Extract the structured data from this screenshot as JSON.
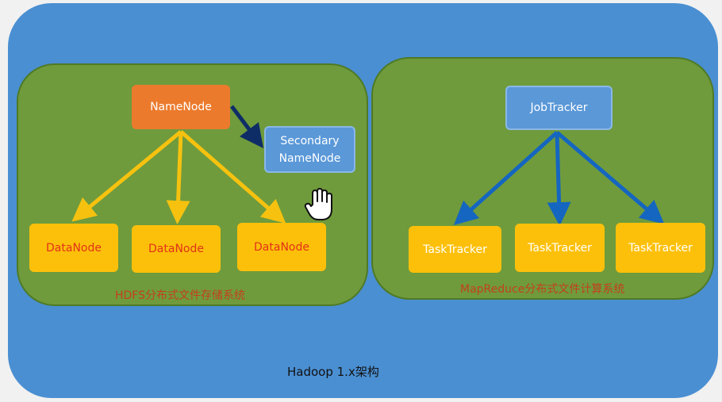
{
  "hdfs": {
    "namenode": "NameNode",
    "secondary_line1": "Secondary",
    "secondary_line2": "NameNode",
    "datanodes": [
      "DataNode",
      "DataNode",
      "DataNode"
    ],
    "caption": "HDFS分布式文件存储系统"
  },
  "mapreduce": {
    "jobtracker": "JobTracker",
    "tasktrackers": [
      "TaskTracker",
      "TaskTracker",
      "TaskTracker"
    ],
    "caption": "MapReduce分布式文件计算系统"
  },
  "title": "Hadoop 1.x架构",
  "colors": {
    "background": "#4a8fd2",
    "panel": "#6f9b3c",
    "namenode": "#ec7a2c",
    "blue_node": "#5a98d8",
    "yellow_node": "#fdc00a",
    "yellow_arrow": "#f6c20f",
    "navy_arrow": "#0e2d66",
    "blue_arrow": "#1566c0"
  },
  "icons": [
    "hand-cursor-icon"
  ]
}
